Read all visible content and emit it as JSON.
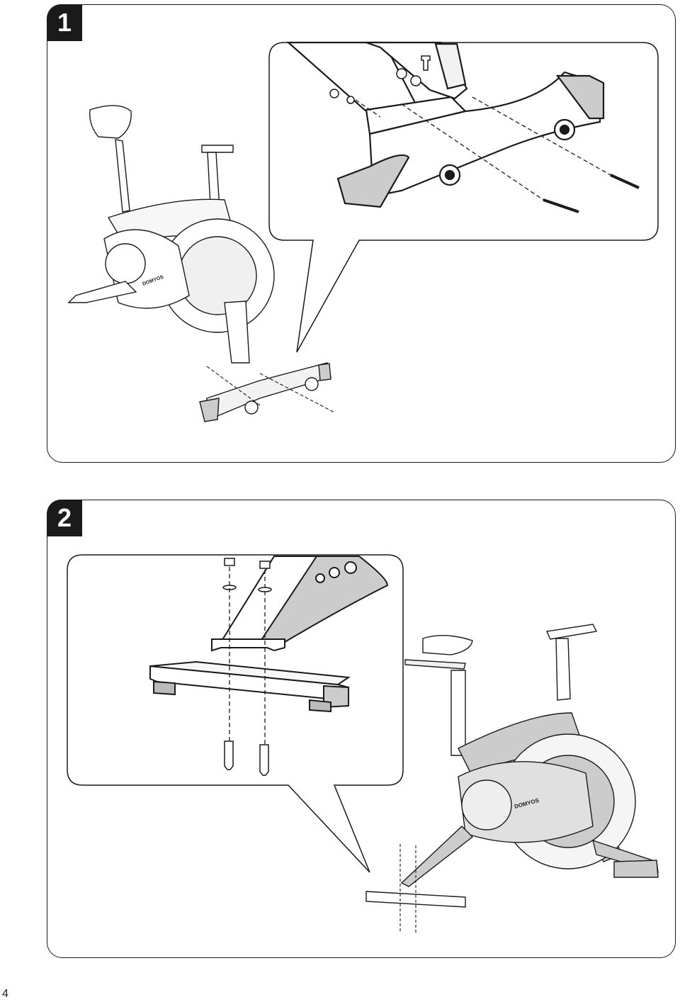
{
  "page_number": "4",
  "steps": [
    {
      "number": "1"
    },
    {
      "number": "2"
    }
  ],
  "icons": {
    "bike_full": "exercise-bike-icon",
    "front_foot": "front-stabilizer-icon",
    "rear_foot": "rear-stabilizer-icon",
    "bolt": "bolt-icon",
    "nut": "nut-icon",
    "washer": "washer-icon"
  },
  "logo_text": "DOMYOS"
}
